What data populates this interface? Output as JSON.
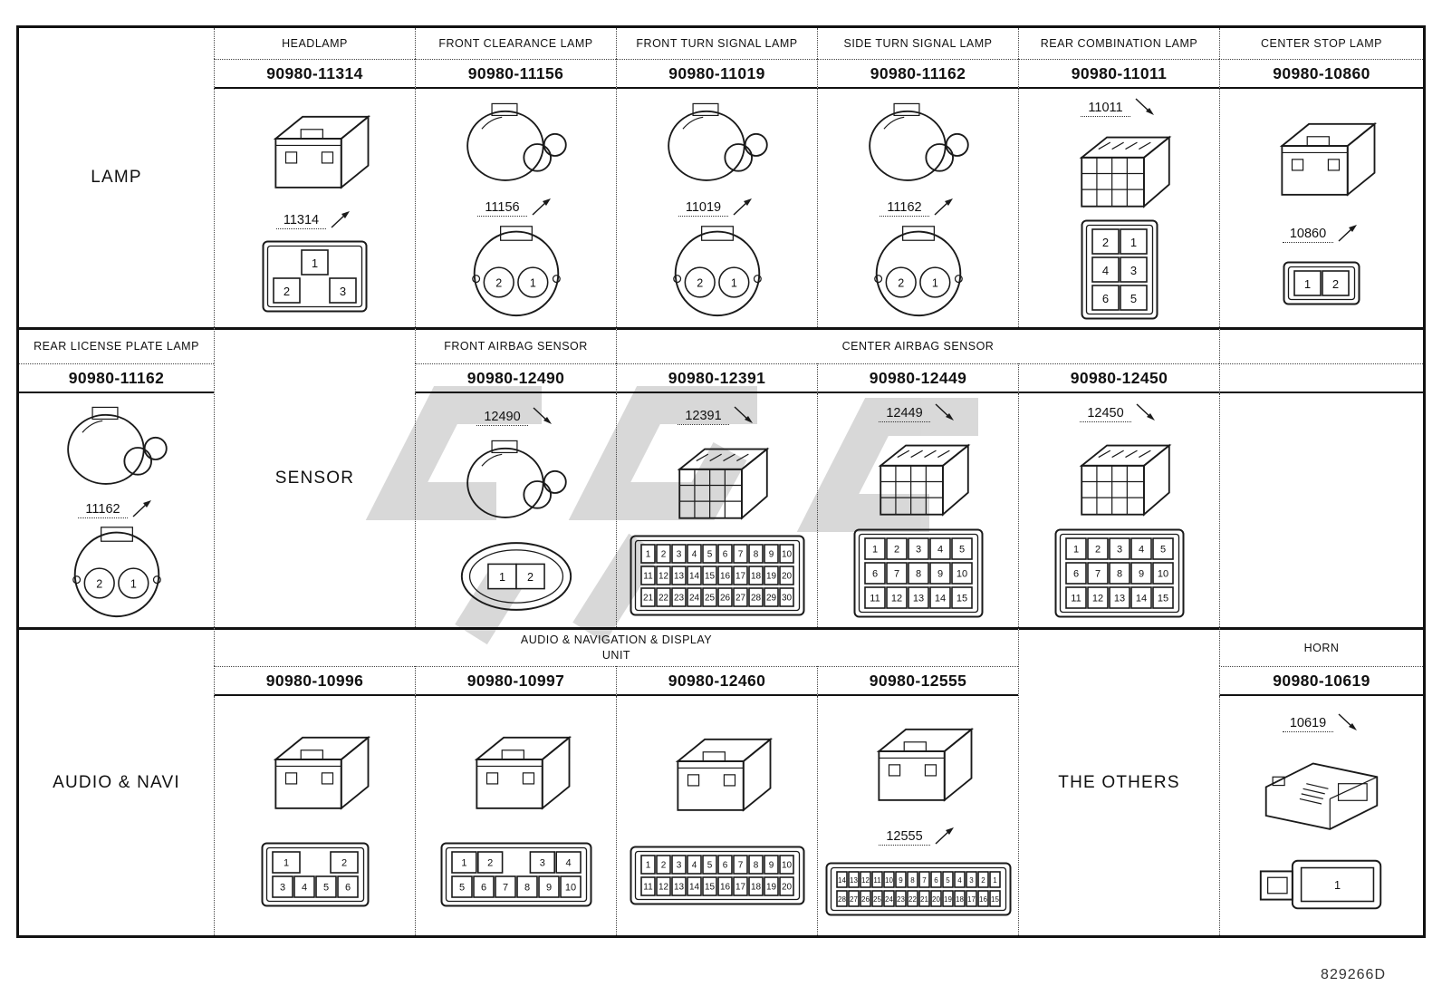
{
  "doc_id": "829266D",
  "colors": {
    "line": "#1a1a1a",
    "watermark": "#b3b3b3",
    "background": "#ffffff"
  },
  "table": {
    "cells": [
      {
        "r": 1,
        "c": 1,
        "rs": 3,
        "type": "rowlabel",
        "text": "LAMP"
      },
      {
        "r": 1,
        "c": 2,
        "type": "colhead",
        "text": "HEADLAMP"
      },
      {
        "r": 1,
        "c": 3,
        "type": "colhead",
        "text": "FRONT CLEARANCE LAMP"
      },
      {
        "r": 1,
        "c": 4,
        "type": "colhead",
        "text": "FRONT TURN SIGNAL LAMP"
      },
      {
        "r": 1,
        "c": 5,
        "type": "colhead",
        "text": "SIDE TURN SIGNAL LAMP"
      },
      {
        "r": 1,
        "c": 6,
        "type": "colhead",
        "text": "REAR COMBINATION LAMP"
      },
      {
        "r": 1,
        "c": 7,
        "type": "colhead",
        "text": "CENTER STOP LAMP"
      },
      {
        "r": 2,
        "c": 2,
        "type": "part",
        "text": "90980-11314"
      },
      {
        "r": 2,
        "c": 3,
        "type": "part",
        "text": "90980-11156"
      },
      {
        "r": 2,
        "c": 4,
        "type": "part",
        "text": "90980-11019"
      },
      {
        "r": 2,
        "c": 5,
        "type": "part",
        "text": "90980-11162"
      },
      {
        "r": 2,
        "c": 6,
        "type": "part",
        "text": "90980-11011"
      },
      {
        "r": 2,
        "c": 7,
        "type": "part",
        "text": "90980-10860"
      },
      {
        "r": 3,
        "c": 2,
        "type": "body",
        "iso": "box",
        "callout": "11314",
        "callout_pos": "mid",
        "pins": {
          "shape": "rect",
          "rows": [
            [
              "",
              "1",
              ""
            ],
            [
              "2",
              "",
              "3"
            ]
          ]
        }
      },
      {
        "r": 3,
        "c": 3,
        "type": "body",
        "iso": "round",
        "callout": "11156",
        "callout_pos": "mid",
        "pins": {
          "shape": "round",
          "rows": [
            [
              "2",
              "1"
            ]
          ]
        }
      },
      {
        "r": 3,
        "c": 4,
        "type": "body",
        "iso": "round",
        "callout": "11019",
        "callout_pos": "mid",
        "pins": {
          "shape": "round",
          "rows": [
            [
              "2",
              "1"
            ]
          ]
        }
      },
      {
        "r": 3,
        "c": 5,
        "type": "body",
        "iso": "round",
        "callout": "11162",
        "callout_pos": "mid",
        "pins": {
          "shape": "round",
          "rows": [
            [
              "2",
              "1"
            ]
          ]
        }
      },
      {
        "r": 3,
        "c": 6,
        "type": "body",
        "iso": "gridbox",
        "callout": "11011",
        "callout_pos": "top",
        "pins": {
          "shape": "rect",
          "rows": [
            [
              "2",
              "1"
            ],
            [
              "4",
              "3"
            ],
            [
              "6",
              "5"
            ]
          ]
        }
      },
      {
        "r": 3,
        "c": 7,
        "type": "body",
        "iso": "box",
        "callout": "10860",
        "callout_pos": "mid",
        "pins": {
          "shape": "rect",
          "rows": [
            [
              "1",
              "2"
            ]
          ]
        }
      },
      {
        "r": 4,
        "c": 1,
        "type": "colhead",
        "text": "REAR LICENSE PLATE LAMP"
      },
      {
        "r": 5,
        "c": 1,
        "type": "part",
        "text": "90980-11162"
      },
      {
        "r": 6,
        "c": 1,
        "type": "body",
        "iso": "round",
        "callout": "11162",
        "callout_pos": "mid",
        "pins": {
          "shape": "round",
          "rows": [
            [
              "2",
              "1"
            ]
          ]
        }
      },
      {
        "r": 4,
        "c": 2,
        "rs": 3,
        "type": "text",
        "text": "SENSOR"
      },
      {
        "r": 4,
        "c": 3,
        "type": "colhead",
        "text": "FRONT AIRBAG SENSOR"
      },
      {
        "r": 5,
        "c": 3,
        "type": "part",
        "text": "90980-12490"
      },
      {
        "r": 6,
        "c": 3,
        "type": "body",
        "iso": "round",
        "callout": "12490",
        "callout_pos": "top",
        "pins": {
          "shape": "oval",
          "rows": [
            [
              "1",
              "2"
            ]
          ]
        }
      },
      {
        "r": 4,
        "c": 4,
        "cs": 3,
        "type": "colhead",
        "text": "CENTER AIRBAG SENSOR"
      },
      {
        "r": 5,
        "c": 4,
        "type": "part",
        "text": "90980-12391"
      },
      {
        "r": 5,
        "c": 5,
        "type": "part",
        "text": "90980-12449"
      },
      {
        "r": 5,
        "c": 6,
        "type": "part",
        "text": "90980-12450"
      },
      {
        "r": 6,
        "c": 4,
        "type": "body",
        "iso": "gridbox",
        "callout": "12391",
        "callout_pos": "top",
        "pins": {
          "shape": "rect",
          "rows": [
            [
              "1",
              "2",
              "3",
              "4",
              "5",
              "6",
              "7",
              "8",
              "9",
              "10"
            ],
            [
              "11",
              "12",
              "13",
              "14",
              "15",
              "16",
              "17",
              "18",
              "19",
              "20"
            ],
            [
              "21",
              "22",
              "23",
              "24",
              "25",
              "26",
              "27",
              "28",
              "29",
              "30"
            ]
          ]
        }
      },
      {
        "r": 6,
        "c": 5,
        "type": "body",
        "iso": "gridbox",
        "callout": "12449",
        "callout_pos": "top",
        "pins": {
          "shape": "rect",
          "rows": [
            [
              "1",
              "2",
              "3",
              "4",
              "5"
            ],
            [
              "6",
              "7",
              "8",
              "9",
              "10"
            ],
            [
              "11",
              "12",
              "13",
              "14",
              "15"
            ]
          ]
        }
      },
      {
        "r": 6,
        "c": 6,
        "type": "body",
        "iso": "gridbox",
        "callout": "12450",
        "callout_pos": "top",
        "pins": {
          "shape": "rect",
          "rows": [
            [
              "1",
              "2",
              "3",
              "4",
              "5"
            ],
            [
              "6",
              "7",
              "8",
              "9",
              "10"
            ],
            [
              "11",
              "12",
              "13",
              "14",
              "15"
            ]
          ]
        }
      },
      {
        "r": 4,
        "c": 7,
        "type": "colhead",
        "text": ""
      },
      {
        "r": 5,
        "c": 7,
        "type": "part",
        "text": ""
      },
      {
        "r": 6,
        "c": 7,
        "type": "empty"
      },
      {
        "r": 7,
        "c": 1,
        "rs": 3,
        "type": "rowlabel",
        "text": "AUDIO & NAVI"
      },
      {
        "r": 7,
        "c": 2,
        "cs": 4,
        "type": "colhead",
        "lines": [
          "AUDIO & NAVIGATION & DISPLAY",
          "UNIT"
        ]
      },
      {
        "r": 8,
        "c": 2,
        "type": "part",
        "text": "90980-10996"
      },
      {
        "r": 8,
        "c": 3,
        "type": "part",
        "text": "90980-10997"
      },
      {
        "r": 8,
        "c": 4,
        "type": "part",
        "text": "90980-12460"
      },
      {
        "r": 8,
        "c": 5,
        "type": "part",
        "text": "90980-12555"
      },
      {
        "r": 9,
        "c": 2,
        "type": "body",
        "iso": "box",
        "pins": {
          "shape": "rect",
          "rows": [
            [
              "1",
              "",
              "2"
            ],
            [
              "3",
              "4",
              "5",
              "6"
            ]
          ]
        }
      },
      {
        "r": 9,
        "c": 3,
        "type": "body",
        "iso": "box",
        "pins": {
          "shape": "rect",
          "rows": [
            [
              "1",
              "2",
              "",
              "3",
              "4"
            ],
            [
              "5",
              "6",
              "7",
              "8",
              "9",
              "10"
            ]
          ]
        }
      },
      {
        "r": 9,
        "c": 4,
        "type": "body",
        "iso": "box",
        "pins": {
          "shape": "rect",
          "rows": [
            [
              "1",
              "2",
              "3",
              "4",
              "5",
              "6",
              "7",
              "8",
              "9",
              "10"
            ],
            [
              "11",
              "12",
              "13",
              "14",
              "15",
              "16",
              "17",
              "18",
              "19",
              "20"
            ]
          ]
        }
      },
      {
        "r": 9,
        "c": 5,
        "type": "body",
        "iso": "box",
        "callout": "12555",
        "callout_pos": "mid",
        "pins": {
          "shape": "rect",
          "rows": [
            [
              "14",
              "13",
              "12",
              "11",
              "10",
              "9",
              "8",
              "7",
              "6",
              "5",
              "4",
              "3",
              "2",
              "1"
            ],
            [
              "28",
              "27",
              "26",
              "25",
              "24",
              "23",
              "22",
              "21",
              "20",
              "19",
              "18",
              "17",
              "16",
              "15"
            ]
          ]
        }
      },
      {
        "r": 7,
        "c": 6,
        "rs": 3,
        "type": "text",
        "text": "THE OTHERS"
      },
      {
        "r": 7,
        "c": 7,
        "type": "colhead",
        "text": "HORN"
      },
      {
        "r": 8,
        "c": 7,
        "type": "part",
        "text": "90980-10619"
      },
      {
        "r": 9,
        "c": 7,
        "type": "body",
        "iso": "flat",
        "callout": "10619",
        "callout_pos": "top",
        "pins": {
          "shape": "tabbed",
          "rows": [
            [
              "1"
            ]
          ]
        }
      }
    ]
  }
}
